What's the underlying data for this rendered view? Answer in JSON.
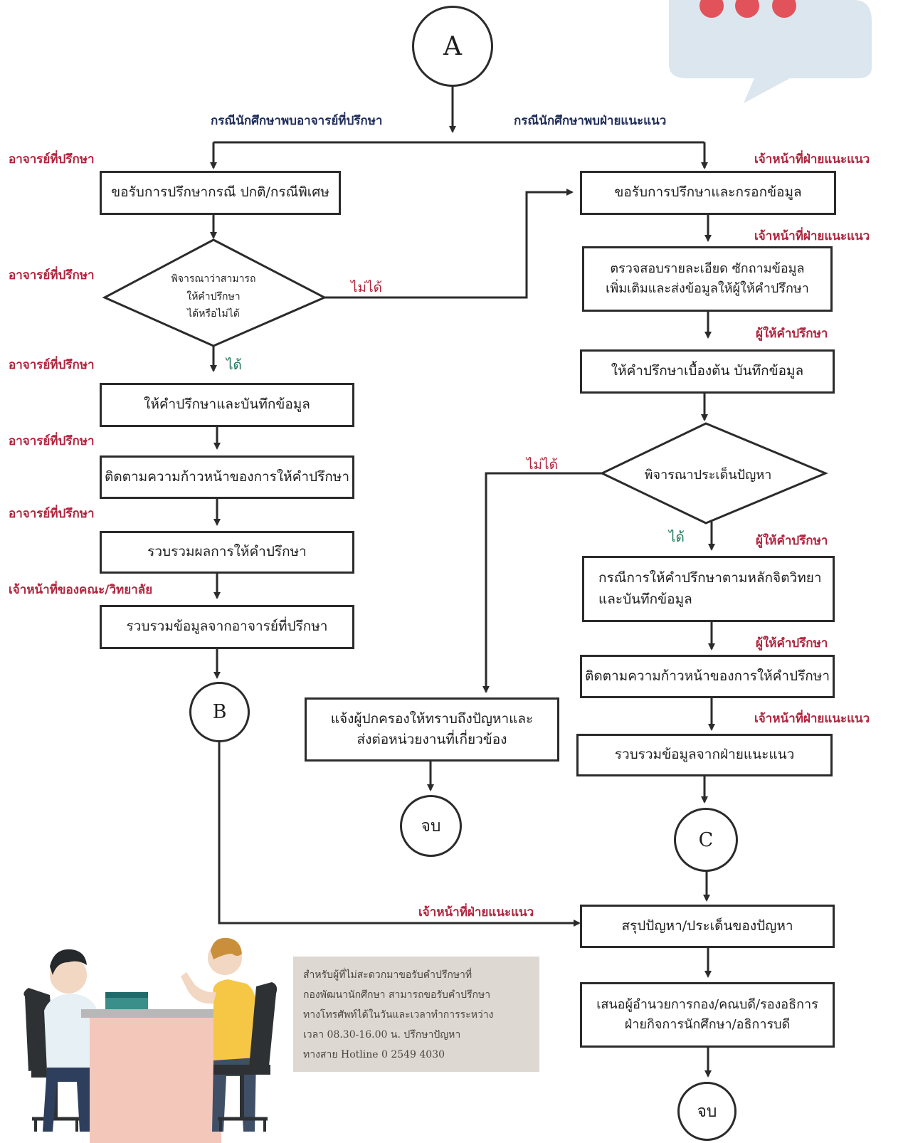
{
  "connectors": {
    "A": "A",
    "B": "B",
    "C": "C",
    "end_middle": "จบ",
    "end_bottom": "จบ"
  },
  "branches": {
    "advisor": "กรณีนักศึกษาพบอาจารย์ที่ปรึกษา",
    "guidance": "กรณีนักศึกษาพบฝ่ายแนะแนว"
  },
  "left_path": {
    "role_1": "อาจารย์ที่ปรึกษา",
    "step_1": "ขอรับการปรึกษากรณี ปกติ/กรณีพิเศษ",
    "role_2": "อาจารย์ที่ปรึกษา",
    "decision": [
      "พิจารณาว่าสามารถ",
      "ให้คำปรึกษา",
      "ได้หรือไม่ได้"
    ],
    "decision_no": "ไม่ได้",
    "decision_yes": "ได้",
    "role_3": "อาจารย์ที่ปรึกษา",
    "step_2": "ให้คำปรึกษาและบันทึกข้อมูล",
    "role_4": "อาจารย์ที่ปรึกษา",
    "step_3": "ติดตามความก้าวหน้าของการให้คำปรึกษา",
    "role_5": "อาจารย์ที่ปรึกษา",
    "step_4": "รวบรวมผลการให้คำปรึกษา",
    "role_6": "เจ้าหน้าที่ของคณะ/วิทยาลัย",
    "step_5": "รวบรวมข้อมูลจากอาจารย์ที่ปรึกษา"
  },
  "right_path": {
    "role_1": "เจ้าหน้าที่ฝ่ายแนะแนว",
    "step_1": "ขอรับการปรึกษาและกรอกข้อมูล",
    "role_2": "เจ้าหน้าที่ฝ่ายแนะแนว",
    "step_2": "ตรวจสอบรายละเอียด ซักถามข้อมูล\nเพิ่มเติมและส่งข้อมูลให้ผู้ให้คำปรึกษา",
    "role_3": "ผู้ให้คำปรึกษา",
    "step_3": "ให้คำปรึกษาเบื้องต้น บันทึกข้อมูล",
    "decision": "พิจารณาประเด็นปัญหา",
    "decision_no": "ไม่ได้",
    "decision_yes": "ได้",
    "role_4": "ผู้ให้คำปรึกษา",
    "step_4": "กรณีการให้คำปรึกษาตามหลักจิตวิทยา\nและบันทึกข้อมูล",
    "role_5": "ผู้ให้คำปรึกษา",
    "step_5": "ติดตามความก้าวหน้าของการให้คำปรึกษา",
    "role_6": "เจ้าหน้าที่ฝ่ายแนะแนว",
    "step_6": "รวบรวมข้อมูลจากฝ่ายแนะแนว",
    "parent_box": "แจ้งผู้ปกครองให้ทราบถึงปัญหาและ\nส่งต่อหน่วยงานที่เกี่ยวข้อง"
  },
  "merge": {
    "role": "เจ้าหน้าที่ฝ่ายแนะแนว",
    "step_1": "สรุปปัญหา/ประเด็นของปัญหา",
    "step_2": "เสนอผู้อำนวยการกอง/คณบดี/รองอธิการ\nฝ่ายกิจการนักศึกษา/อธิการบดี"
  },
  "note": [
    "สำหรับผู้ที่ไม่สะดวกมาขอรับคำปรึกษาที่",
    "กองพัฒนานักศึกษา สามารถขอรับคำปรึกษา",
    "ทางโทรศัพท์ได้ในวันและเวลาทำการระหว่าง",
    "เวลา 08.30-16.00 น. ปรึกษาปัญหา",
    "ทางสาย Hotline 0 2549 4030"
  ],
  "colors": {
    "role_red": "#b0253e",
    "branch_navy": "#1f2d5a",
    "yes_green": "#1f7a5a",
    "line": "#2b2b2b",
    "note_bg": "#ddd8d1",
    "bubble": "#dbe6ee",
    "bubble_dots": "#e2525a"
  }
}
